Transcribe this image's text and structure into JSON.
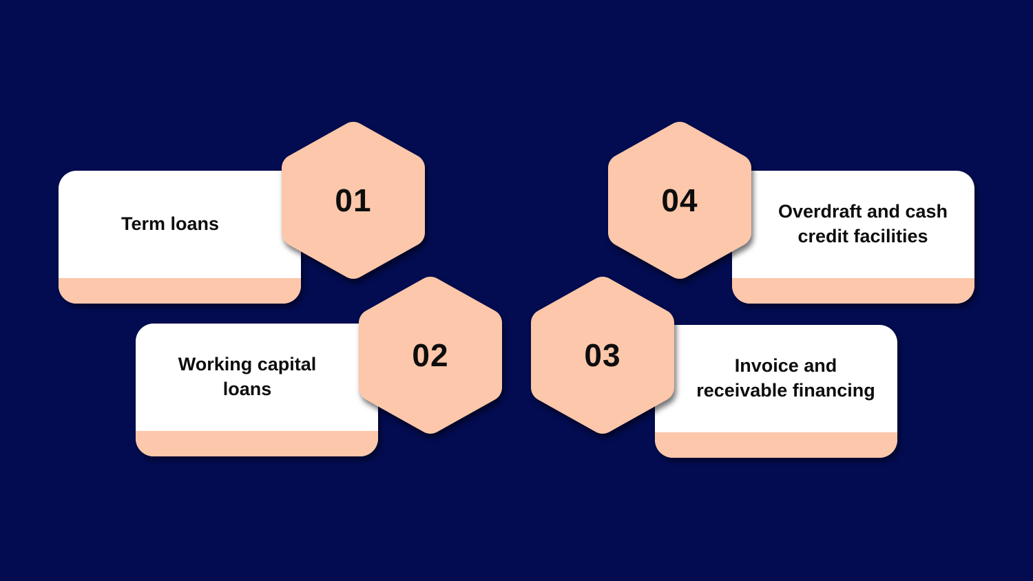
{
  "colors": {
    "background": "#030C50",
    "accent_peach": "#FCC7AA",
    "card_white": "#FFFFFF",
    "text_dark": "#0D0D0D"
  },
  "items": [
    {
      "number": "01",
      "label": "Term loans",
      "lines": [
        "Term loans"
      ],
      "hexagon_side": "right"
    },
    {
      "number": "02",
      "label": "Working capital loans",
      "lines": [
        "Working capital",
        "loans"
      ],
      "hexagon_side": "right"
    },
    {
      "number": "03",
      "label": "Invoice and receivable financing",
      "lines": [
        "Invoice and",
        "receivable financing"
      ],
      "hexagon_side": "left"
    },
    {
      "number": "04",
      "label": "Overdraft and cash credit facilities",
      "lines": [
        "Overdraft and cash",
        "credit facilities"
      ],
      "hexagon_side": "left"
    }
  ]
}
